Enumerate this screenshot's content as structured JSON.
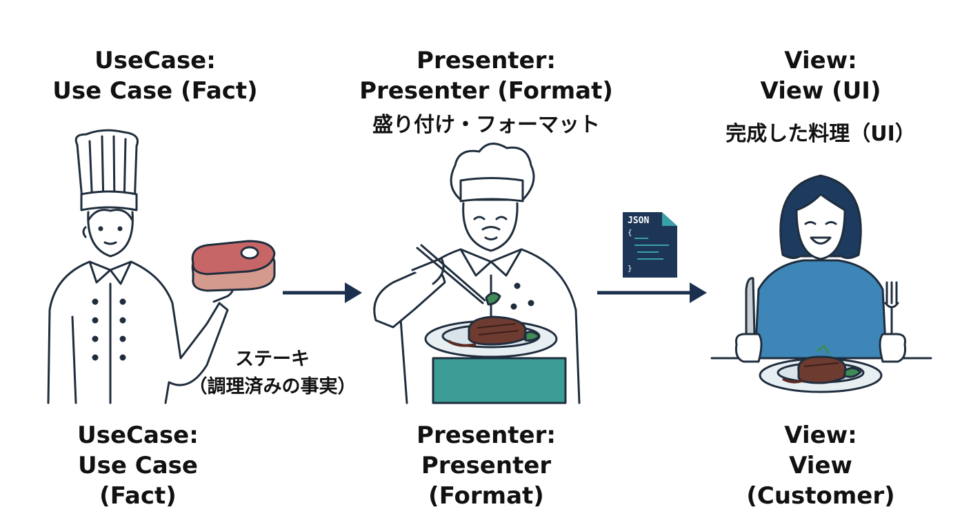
{
  "columns": [
    {
      "top": [
        "UseCase:",
        "Use Case (Fact)"
      ],
      "subtitle": "",
      "bottom": [
        "UseCase:",
        "Use Case",
        "(Fact)"
      ]
    },
    {
      "top": [
        "Presenter:",
        "Presenter (Format)"
      ],
      "subtitle": "盛り付け・フォーマット",
      "bottom": [
        "Presenter:",
        "Presenter",
        "(Format)"
      ]
    },
    {
      "top": [
        "View:",
        "View (UI)"
      ],
      "subtitle": "完成した料理（UI）",
      "bottom": [
        "View:",
        "View",
        "(Customer)"
      ]
    }
  ],
  "steak_label": [
    "ステーキ",
    "（調理済みの事実）"
  ],
  "json_doc": {
    "title": "JSON",
    "brace_open": "{",
    "brace_close": "}"
  },
  "colors": {
    "outline": "#1f2d3d",
    "arrow": "#1b2f4e",
    "meat": "#c76666",
    "steak": "#6e3b30",
    "apron": "#3c9c96",
    "shirt": "#3e86b8",
    "hair": "#1d3a5f",
    "json_bg": "#1d3657",
    "json_fold": "#3aa1a8",
    "greens": "#3f8a55"
  },
  "icons": [
    "chef-hat-icon",
    "raw-steak-icon",
    "arrow-right-icon",
    "plate-icon",
    "json-file-icon",
    "knife-icon",
    "fork-icon"
  ]
}
